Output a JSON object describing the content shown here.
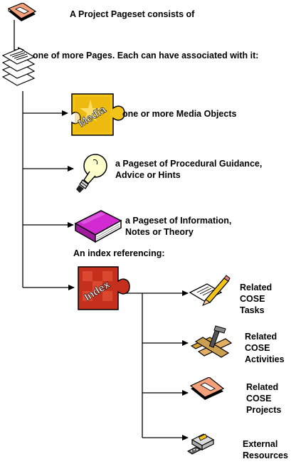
{
  "labels": {
    "pageset": "A Project Pageset consists of",
    "pages": "one of more Pages.  Each can have associated with it:",
    "media_objects": "one or more Media Objects",
    "guidance": "a Pageset of Procedural Guidance,\nAdvice or Hints",
    "information": "a Pageset of Information,\nNotes or Theory",
    "index_intro": "An index referencing:",
    "related_tasks": "Related\nCOSE\nTasks",
    "related_activities": "Related\nCOSE\nActivities",
    "related_projects": "Related\nCOSE\nProjects",
    "external_resources": "External\nResources"
  },
  "puzzle_text": {
    "media": "Media",
    "index": "Index"
  },
  "icons": {
    "pageset": "pageset-icon",
    "pages": "pages-stack-icon",
    "media": "media-puzzle-icon",
    "guidance": "lightbulb-icon",
    "information": "book-icon",
    "index": "index-puzzle-icon",
    "tasks": "pencil-task-icon",
    "activities": "tools-activity-icon",
    "projects": "project-pageset-icon",
    "external": "computer-icon"
  },
  "colors": {
    "line": "#000000",
    "pageset_fill": "#f4a07a",
    "media_fill": "#f2c418",
    "index_fill": "#c4301c",
    "book_fill": "#d02ad0",
    "bulb_fill": "#ffffcc"
  }
}
